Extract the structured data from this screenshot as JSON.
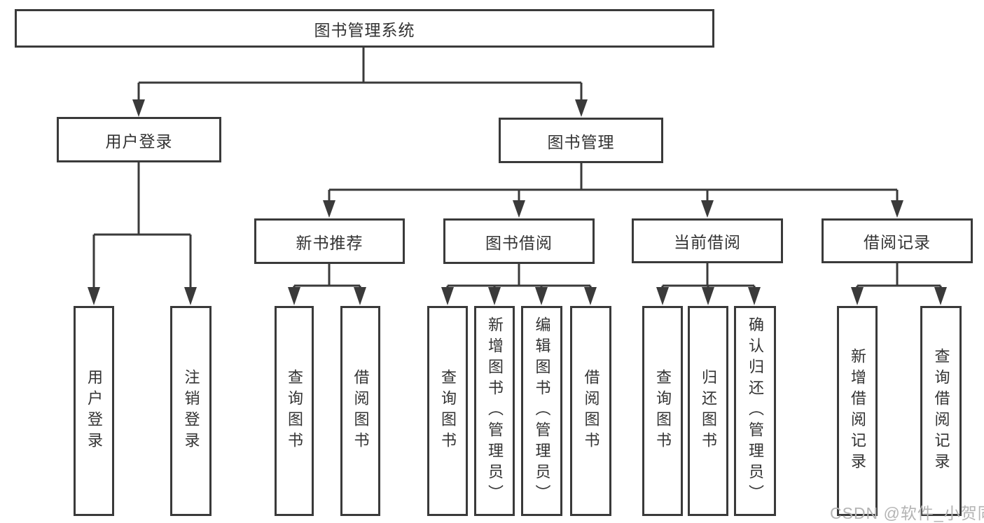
{
  "root": {
    "label": "图书管理系统"
  },
  "user_branch": {
    "label": "用户登录",
    "children": [
      {
        "label": "用户登录"
      },
      {
        "label": "注销登录"
      }
    ]
  },
  "book_branch": {
    "label": "图书管理",
    "sections": [
      {
        "label": "新书推荐",
        "children": [
          {
            "label": "查询图书"
          },
          {
            "label": "借阅图书"
          }
        ]
      },
      {
        "label": "图书借阅",
        "children": [
          {
            "label": "查询图书"
          },
          {
            "label": "新增图书（管理员）"
          },
          {
            "label": "编辑图书（管理员）"
          },
          {
            "label": "借阅图书"
          }
        ]
      },
      {
        "label": "当前借阅",
        "children": [
          {
            "label": "查询图书"
          },
          {
            "label": "归还图书"
          },
          {
            "label": "确认归还（管理员）"
          }
        ]
      },
      {
        "label": "借阅记录",
        "children": [
          {
            "label": "新增借阅记录"
          },
          {
            "label": "查询借阅记录"
          }
        ]
      }
    ]
  },
  "watermark": "CSDN @软件_小贺同学",
  "colors": {
    "line": "#3a3a3a",
    "text": "#333333",
    "background": "#ffffff",
    "watermark": "#b4b4b4"
  }
}
